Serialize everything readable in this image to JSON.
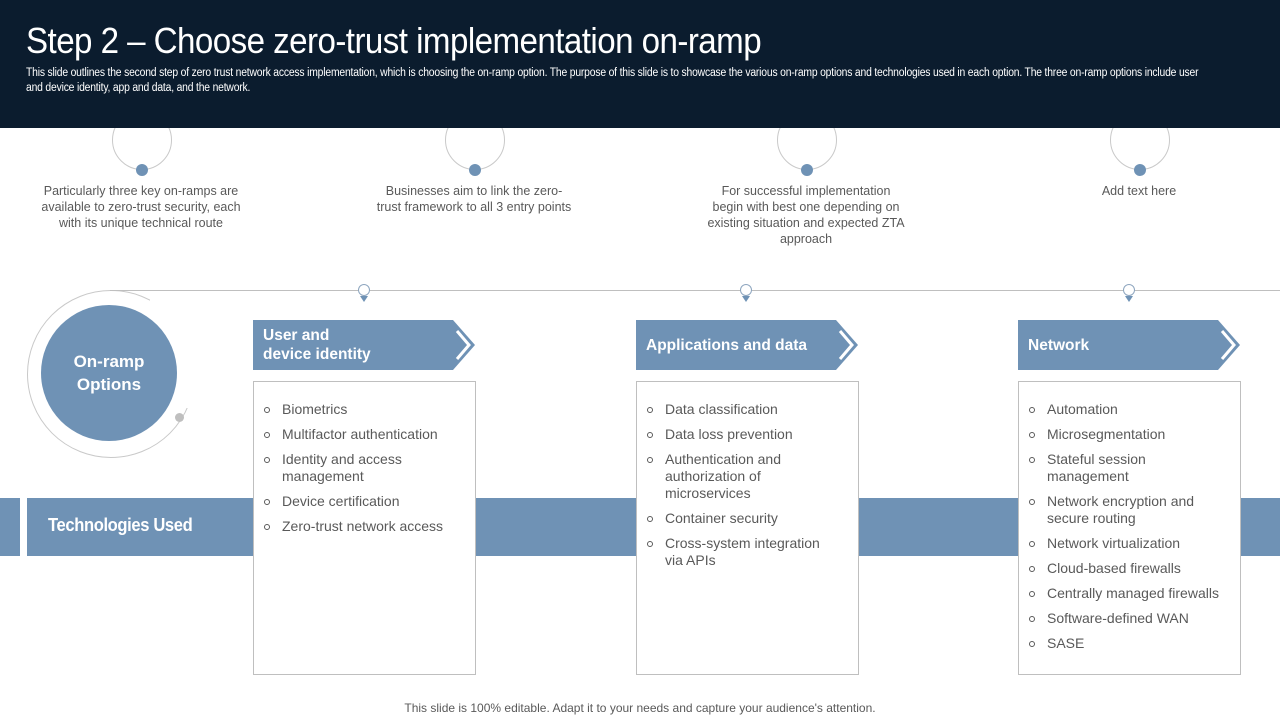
{
  "header": {
    "title": "Step 2 – Choose zero-trust implementation on-ramp",
    "subtitle": "This slide outlines the second step of zero trust network access implementation, which is choosing the on-ramp option. The purpose of this slide is to showcase the various on-ramp options and technologies used in each option. The three on-ramp options include user and device identity, app and data, and the network."
  },
  "top_notes": [
    {
      "text": "Particularly three key on-ramps are available to zero-trust security, each with its unique technical route"
    },
    {
      "text": "Businesses aim to link the zero-trust framework to all 3 entry points"
    },
    {
      "text": "For successful implementation begin with best one depending on existing situation and expected ZTA approach"
    },
    {
      "text": "Add text here"
    }
  ],
  "center": {
    "label_line1": "On-ramp",
    "label_line2": "Options"
  },
  "band": {
    "label": "Technologies Used"
  },
  "columns": [
    {
      "title_line1": "User and",
      "title_line2": "device identity",
      "items": [
        "Biometrics",
        "Multifactor authentication",
        "Identity and access management",
        "Device certification",
        "Zero-trust network access"
      ]
    },
    {
      "title_line1": "Applications and data",
      "title_line2": "",
      "items": [
        "Data classification",
        "Data loss prevention",
        "Authentication and authorization of microservices",
        "Container security",
        "Cross-system integration via APIs"
      ]
    },
    {
      "title_line1": "Network",
      "title_line2": "",
      "items": [
        "Automation",
        "Microsegmentation",
        "Stateful session management",
        "Network encryption and secure routing",
        "Network virtualization",
        "Cloud-based firewalls",
        "Centrally managed firewalls",
        "Software-defined WAN",
        "SASE"
      ]
    }
  ],
  "footer": {
    "text": "This slide is 100% editable. Adapt it to your needs and capture your audience's attention."
  },
  "colors": {
    "header_bg": "#0b1c2e",
    "accent": "#6f92b5",
    "text": "#595959",
    "border": "#bfbfbf"
  }
}
